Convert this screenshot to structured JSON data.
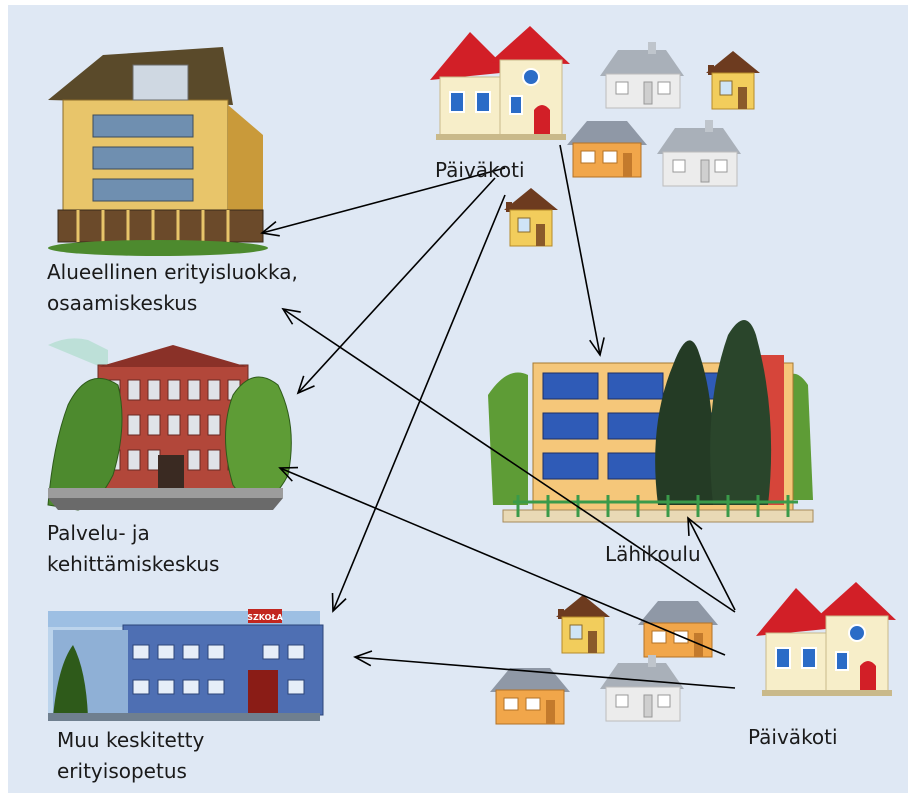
{
  "nodes": {
    "regional_class": {
      "label": "Alueellinen erityisluokka,\nosaamiskeskus",
      "icon": "apartment-building-icon"
    },
    "service_center": {
      "label": "Palvelu- ja\nkehittämiskeskus",
      "icon": "red-brick-school-icon"
    },
    "other_special": {
      "label": "Muu keskitetty\nerityisopetus",
      "icon": "blue-school-building-icon",
      "sign": "SZKOŁA"
    },
    "local_school": {
      "label": "Lähikoulu",
      "icon": "local-school-with-trees-icon"
    },
    "daycare_top": {
      "label": "Päiväkoti",
      "icon": "houses-cluster-icon"
    },
    "daycare_bottom": {
      "label": "Päiväkoti",
      "icon": "houses-cluster-icon"
    }
  },
  "edges": [
    {
      "from": "daycare_top",
      "to": "regional_class"
    },
    {
      "from": "daycare_top",
      "to": "service_center"
    },
    {
      "from": "daycare_top",
      "to": "other_special"
    },
    {
      "from": "daycare_top",
      "to": "local_school"
    },
    {
      "from": "daycare_bottom",
      "to": "regional_class"
    },
    {
      "from": "daycare_bottom",
      "to": "service_center"
    },
    {
      "from": "daycare_bottom",
      "to": "other_special"
    },
    {
      "from": "daycare_bottom",
      "to": "local_school"
    }
  ],
  "colors": {
    "background": "#dfe8f4",
    "roof_red": "#d21f27",
    "wall_cream": "#f7eec9",
    "wall_yellow": "#f2cd5c",
    "wall_orange": "#f1a64a",
    "wall_grey": "#e8e8e8",
    "roof_grey": "#9ea7b3",
    "roof_brown": "#6d3b1f",
    "window_blue": "#2b6cc7",
    "tree_green": "#4d8a2e",
    "dark_tree": "#243b25",
    "arrow": "#000000"
  }
}
